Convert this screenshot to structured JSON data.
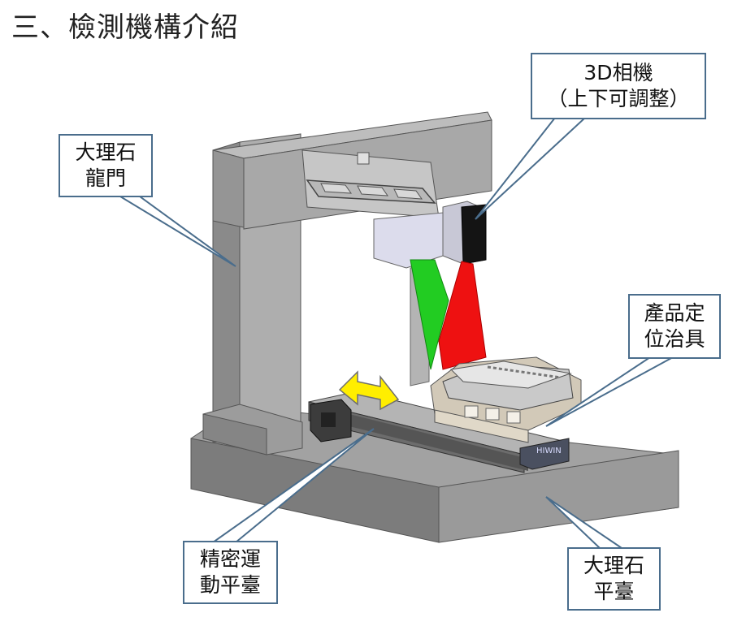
{
  "title": "三、檢測機構介紹",
  "callouts": {
    "camera": "3D相機\n（上下可調整）",
    "gantry": "大理石\n龍門",
    "fixture": "產品定\n位治具",
    "motion_stage": "精密運\n動平臺",
    "marble_base": "大理石\n平臺"
  },
  "colors": {
    "callout_border": "#4a6d8c",
    "laser_green": "#22cc22",
    "laser_red": "#ee1111",
    "arrow_yellow": "#ffee00",
    "marble_gray": "#8c8c8c"
  }
}
